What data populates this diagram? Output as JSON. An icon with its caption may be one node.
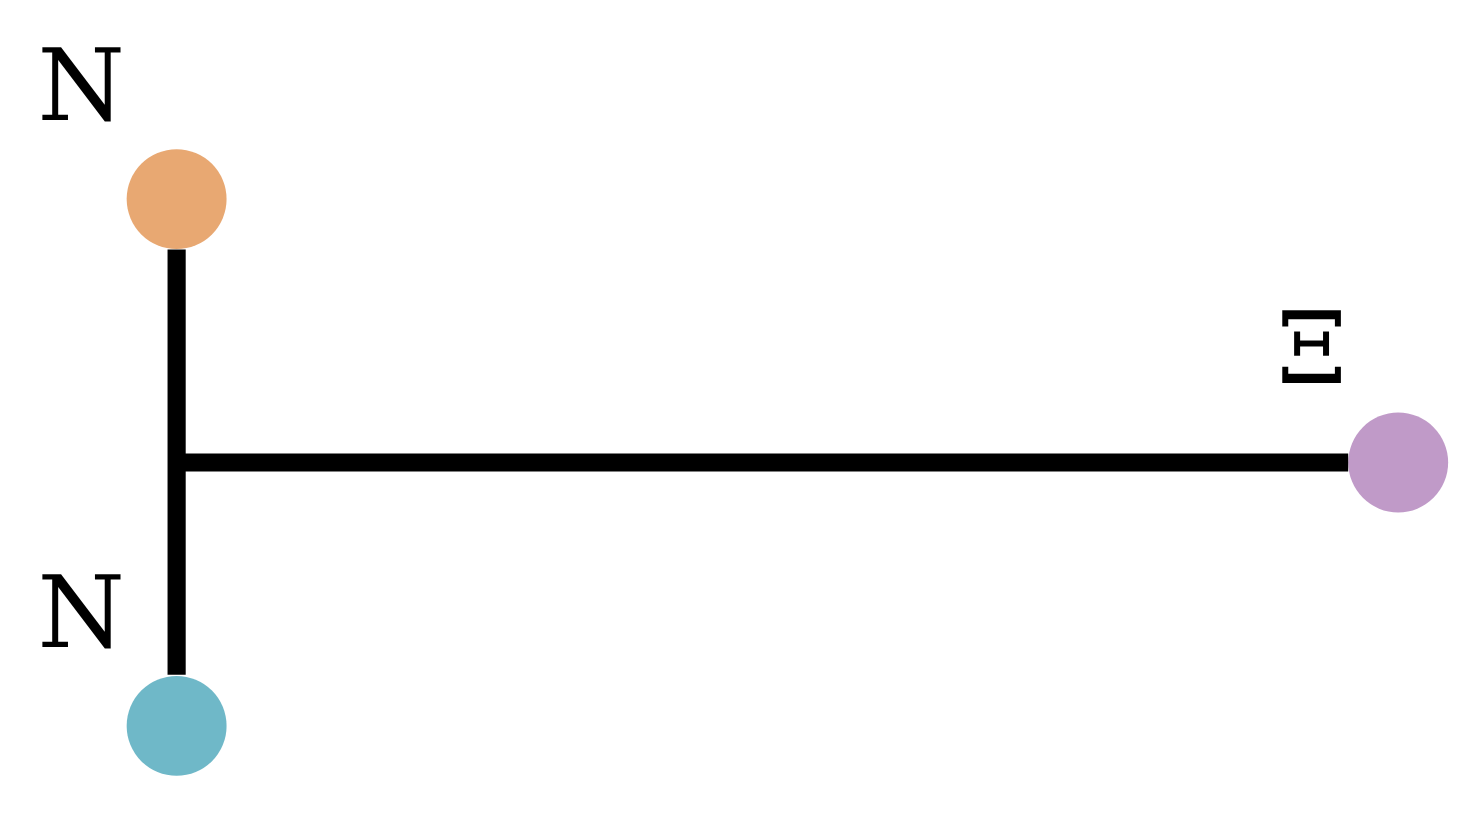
{
  "diagram": {
    "nodes": [
      {
        "text": [],
        "shape": "circle",
        "beside": [
          "N"
        ]
      },
      {
        "text": [],
        "shape": "circle",
        "beside": [
          "N"
        ]
      },
      {
        "text": [],
        "shape": "circle",
        "beside": [
          "Ξ"
        ]
      }
    ],
    "edges": [
      {
        "from": 0,
        "to": 1,
        "arrow": "none"
      },
      {
        "from": null,
        "to": 2,
        "arrow": "none"
      }
    ]
  }
}
